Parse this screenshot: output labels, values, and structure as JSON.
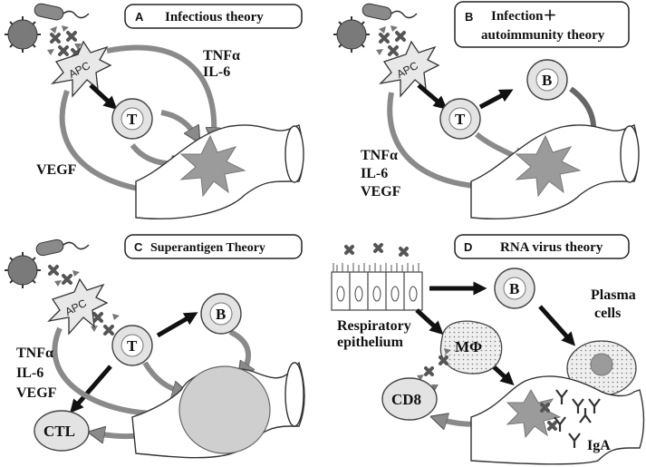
{
  "panels": {
    "a": {
      "letter": "A",
      "title": "Infectious theory"
    },
    "b": {
      "letter": "B",
      "title_line1": "Infection＋",
      "title_line2": "autoimmunity theory"
    },
    "c": {
      "letter": "C",
      "title": "Superantigen Theory"
    },
    "d": {
      "letter": "D",
      "title": "RNA virus theory"
    }
  },
  "labels": {
    "apc": "APC",
    "t_cell": "T",
    "b_cell": "B",
    "tnfa": "TNFα",
    "il6": "IL-6",
    "vegf": "VEGF",
    "ctl": "CTL",
    "cd8": "CD8",
    "macrophage": "MΦ",
    "respiratory": "Respiratory",
    "epithelium": "epithelium",
    "plasma": "Plasma",
    "cells": "cells",
    "iga": "IgA"
  },
  "colors": {
    "cell_fill": "#e3e3e3",
    "organism": "#7a7a7a",
    "arrow_grey": "#8a8a8a",
    "arrow_black": "#111111",
    "lesion": "#9b9b9b"
  }
}
